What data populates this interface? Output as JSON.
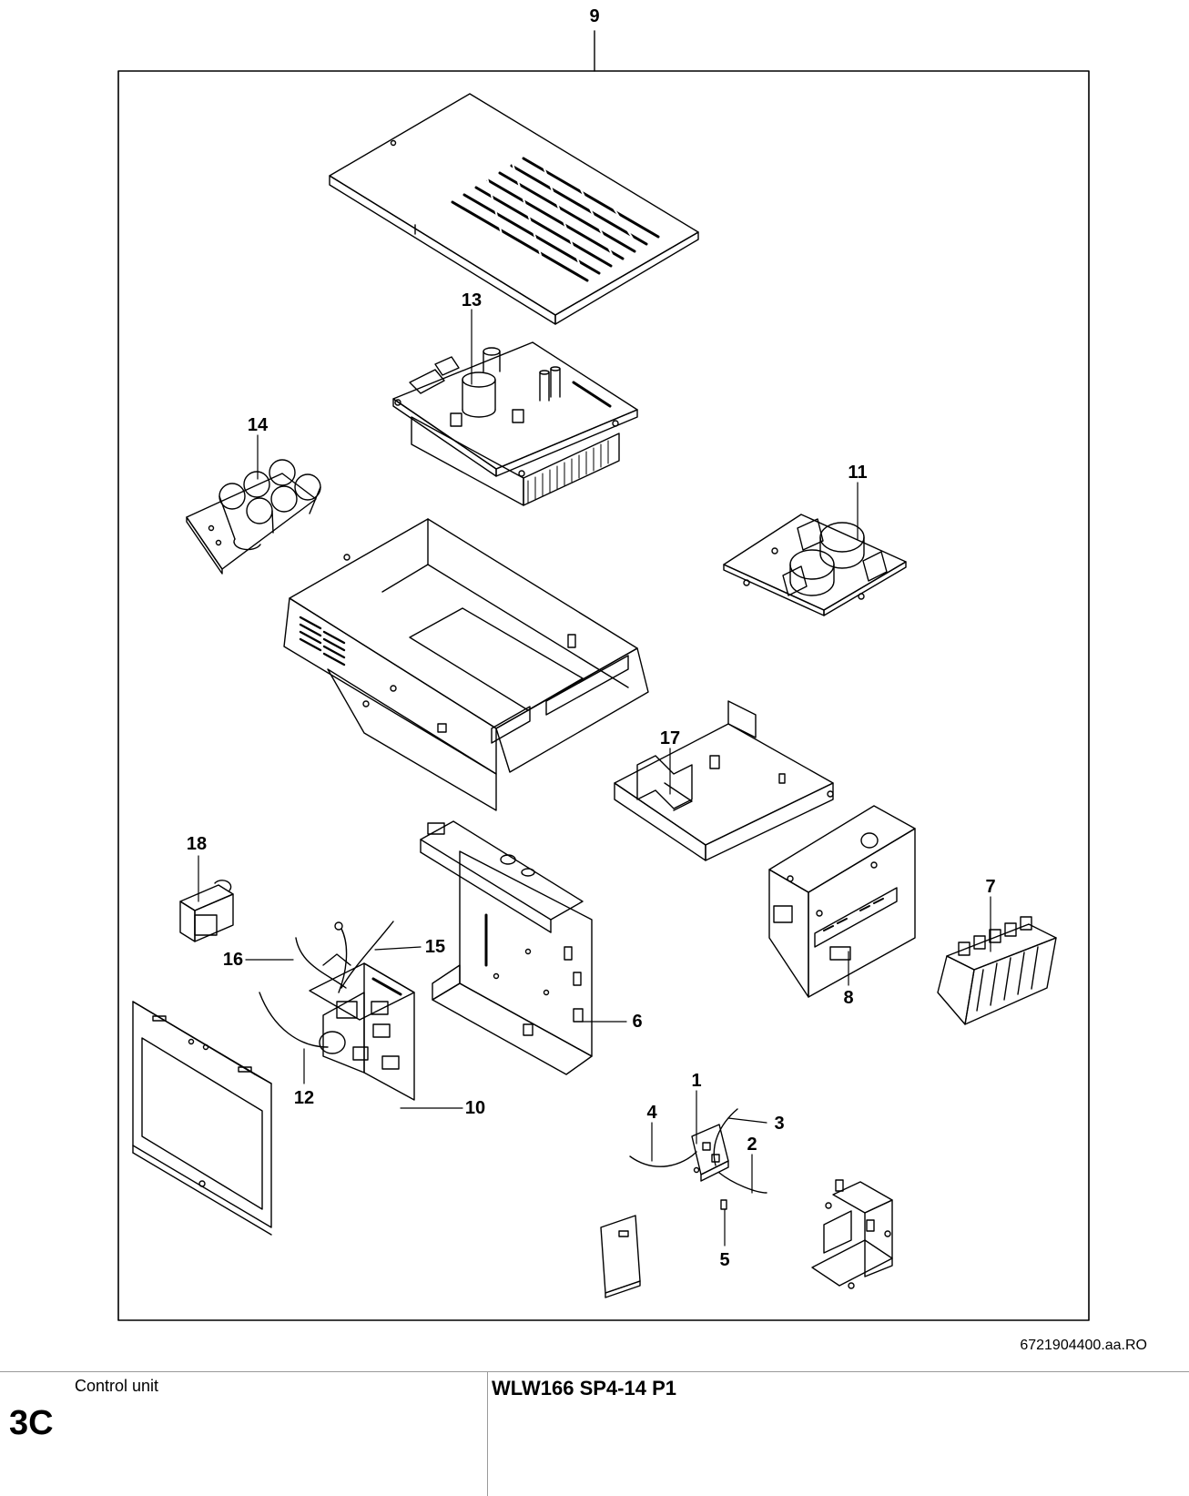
{
  "diagram": {
    "callouts": [
      "9",
      "13",
      "14",
      "11",
      "17",
      "18",
      "7",
      "16",
      "15",
      "6",
      "8",
      "12",
      "10",
      "1",
      "4",
      "3",
      "2",
      "5"
    ],
    "reference_code": "6721904400.aa.RO"
  },
  "footer": {
    "section_label": "Control unit",
    "section_code": "3C",
    "model": "WLW166 SP4-14 P1"
  }
}
